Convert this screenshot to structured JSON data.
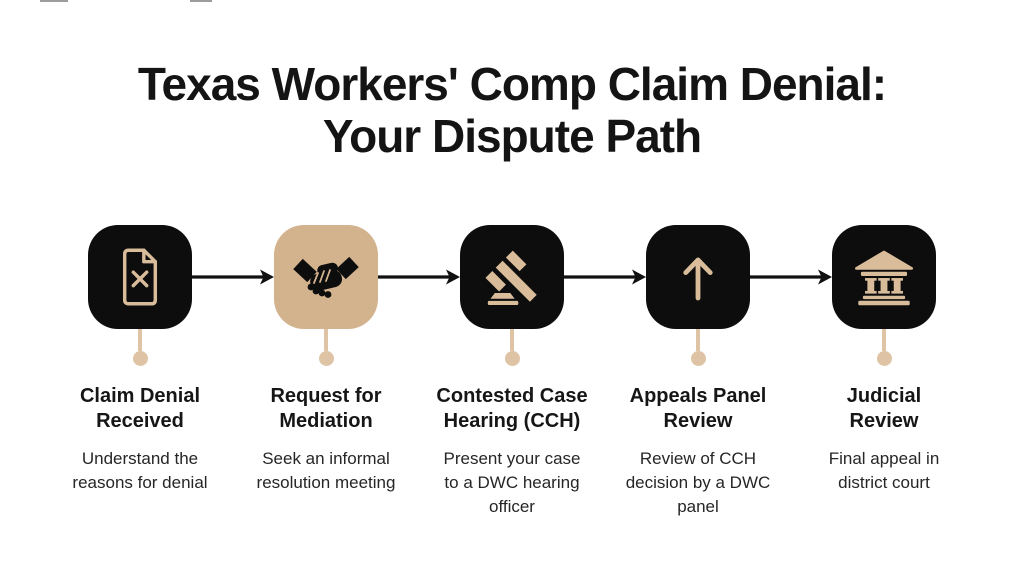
{
  "title": {
    "text": "Texas Workers' Comp Claim Denial:\nYour Dispute Path"
  },
  "colors": {
    "background": "#ffffff",
    "tile_black": "#0d0d0d",
    "tile_tan": "#d3b28e",
    "icon_tan": "#d9bd9b",
    "connector_tan": "#dec4a5",
    "arrow_black": "#111111",
    "title_text": "#141414",
    "heading_text": "#161616",
    "body_text": "#262626"
  },
  "steps": [
    {
      "icon": "document-x-icon",
      "tile": "black",
      "heading": "Claim Denial\nReceived",
      "description": "Understand the\nreasons for denial"
    },
    {
      "icon": "handshake-icon",
      "tile": "tan",
      "heading": "Request for\nMediation",
      "description": "Seek an informal\nresolution meeting"
    },
    {
      "icon": "gavel-icon",
      "tile": "black",
      "heading": "Contested Case\nHearing (CCH)",
      "description": "Present your case\nto a DWC hearing\nofficer"
    },
    {
      "icon": "arrow-up-icon",
      "tile": "black",
      "heading": "Appeals Panel\nReview",
      "description": "Review of CCH\ndecision by a DWC\npanel"
    },
    {
      "icon": "bank-icon",
      "tile": "black",
      "heading": "Judicial\nReview",
      "description": "Final appeal in\ndistrict court"
    }
  ]
}
